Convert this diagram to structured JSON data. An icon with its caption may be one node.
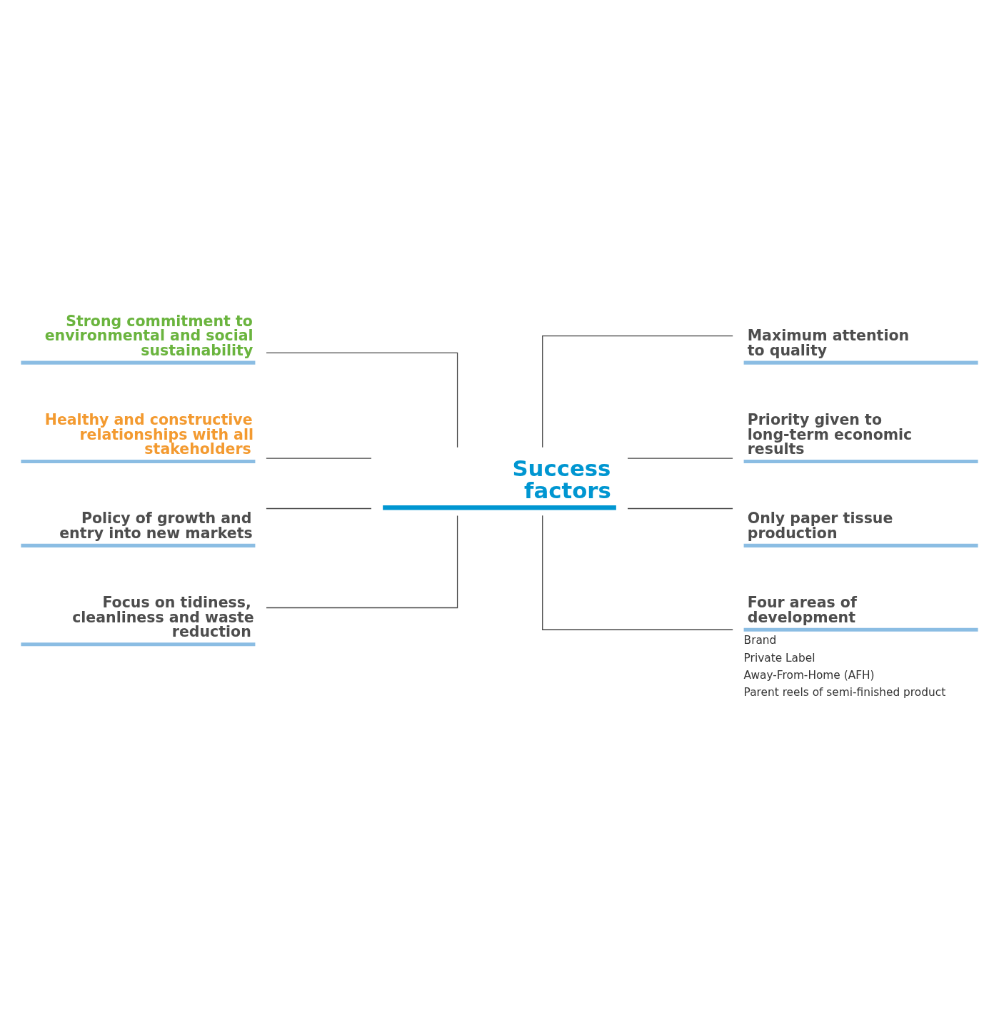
{
  "diagram": {
    "nodes": [
      {
        "text": [
          "Strong commitment to environmental and social sustainability"
        ]
      },
      {
        "text": [
          "Healthy and constructive relationships with all stakeholders"
        ]
      },
      {
        "text": [
          "Maximum attention to quality"
        ]
      },
      {
        "text": [
          "Priority given to long-term economic results"
        ]
      },
      {
        "text": [
          "Success factors"
        ]
      },
      {
        "text": [
          "Policy of growth and entry into new markets"
        ]
      },
      {
        "text": [
          "Focus on tidiness, cleanliness and waste reduction"
        ]
      },
      {
        "text": [
          "Only paper tissue production"
        ]
      },
      {
        "text": [
          "Four areas of development",
          "Brand",
          "Private Label",
          "Away-From-Home (AFH)",
          "Parent reels of semi-finished product"
        ]
      }
    ],
    "edges": [
      {
        "from": 0,
        "to": 4,
        "arrow": "none"
      },
      {
        "from": 1,
        "to": 4,
        "arrow": "none"
      },
      {
        "from": 4,
        "to": 2,
        "arrow": "none"
      },
      {
        "from": 4,
        "to": 3,
        "arrow": "none"
      },
      {
        "from": 5,
        "to": 4,
        "arrow": "none"
      },
      {
        "from": 6,
        "to": 4,
        "arrow": "none"
      },
      {
        "from": 4,
        "to": 7,
        "arrow": "none"
      },
      {
        "from": 4,
        "to": 8,
        "arrow": "none"
      }
    ]
  }
}
